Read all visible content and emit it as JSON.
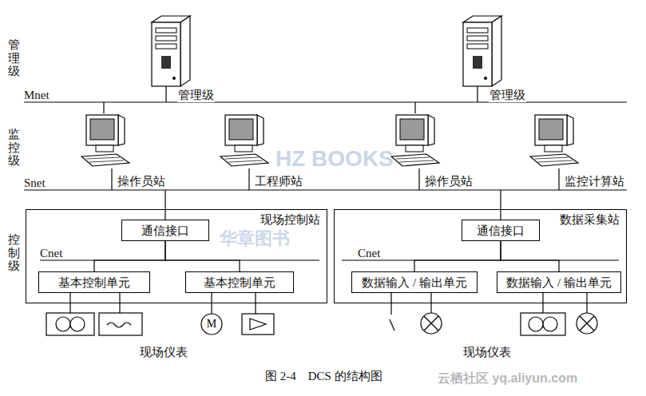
{
  "diagram": {
    "caption": "图 2-4　DCS 的结构图",
    "nodes": [
      {
        "text": [
          "管理级"
        ]
      },
      {
        "text": [
          "管理级"
        ]
      },
      {
        "text": [
          "操作员站"
        ]
      },
      {
        "text": [
          "工程师站"
        ]
      },
      {
        "text": [
          "操作员站"
        ]
      },
      {
        "text": [
          "监控计算站"
        ]
      },
      {
        "text": [
          "现场控制站"
        ]
      },
      {
        "text": [
          "通信接口"
        ],
        "in": 6
      },
      {
        "text": [
          "基本控制单元"
        ],
        "in": 6
      },
      {
        "text": [
          "基本控制单元"
        ],
        "in": 6
      },
      {
        "text": [
          "数据采集站"
        ]
      },
      {
        "text": [
          "通信接口"
        ],
        "in": 10
      },
      {
        "text": [
          "数据输入 / 输出单元"
        ],
        "in": 10
      },
      {
        "text": [
          "数据输入 / 输出单元"
        ],
        "in": 10
      }
    ],
    "edges": [
      {
        "from": 7,
        "to": 8,
        "arrow": "none"
      },
      {
        "from": 7,
        "to": 9,
        "arrow": "none"
      },
      {
        "from": 11,
        "to": 12,
        "arrow": "none"
      },
      {
        "from": 11,
        "to": 13,
        "arrow": "none"
      }
    ],
    "labels": [
      "管理级",
      "监控级",
      "控制级",
      "Mnet",
      "Snet",
      "Cnet",
      "Cnet",
      "现场仪表",
      "现场仪表",
      "HZ BOOKS",
      "华章图书",
      "云栖社区 yq.aliyun.com",
      "M"
    ]
  }
}
